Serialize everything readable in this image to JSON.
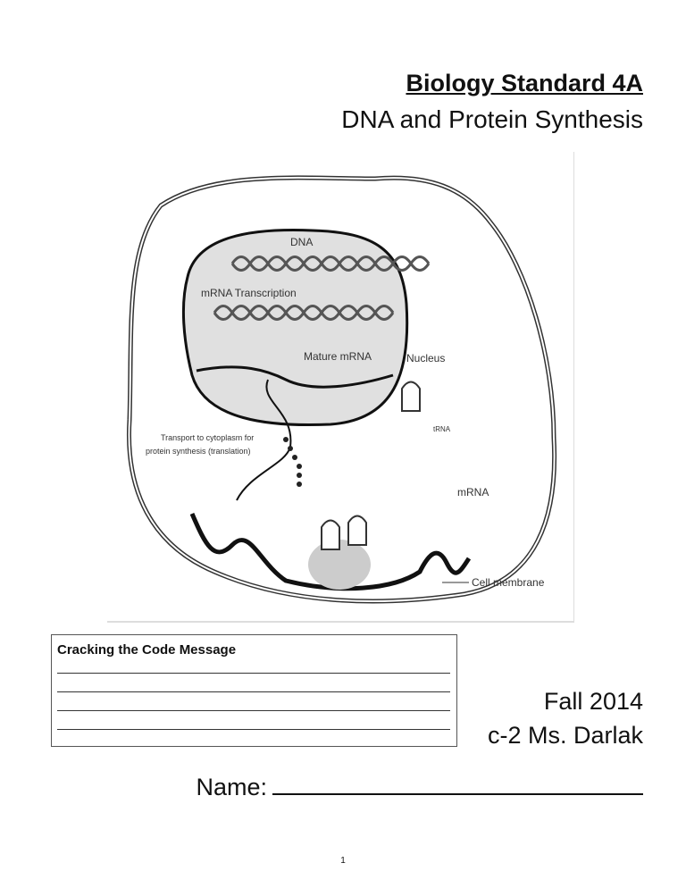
{
  "header": {
    "title": "Biology Standard 4A",
    "subtitle": "DNA and Protein Synthesis"
  },
  "figure": {
    "labels": {
      "dna": "DNA",
      "transcription": "mRNA Transcription",
      "mature": "Mature mRNA",
      "nucleus": "Nucleus",
      "transport1": "Transport to cytoplasm for",
      "transport2": "protein synthesis (translation)",
      "trna": "tRNA",
      "mrna": "mRNA",
      "membrane": "Cell membrane"
    }
  },
  "code_box": {
    "title": "Cracking the Code Message"
  },
  "info": {
    "term": "Fall 2014",
    "teacher": "c-2 Ms. Darlak",
    "name_label": "Name:"
  },
  "footer": {
    "page": "1"
  }
}
